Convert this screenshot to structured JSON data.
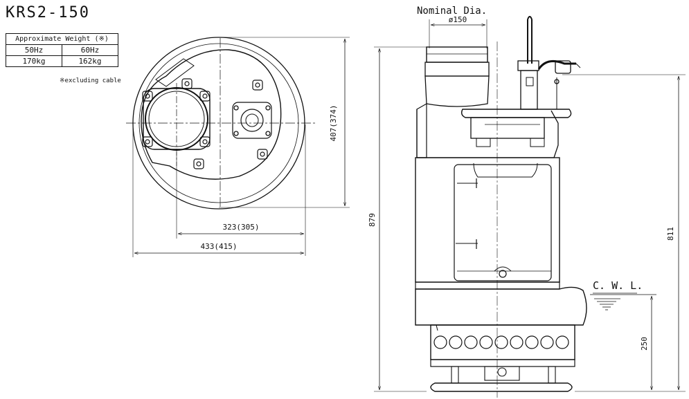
{
  "model": "KRS2-150",
  "weight_table": {
    "header": "Approximate Weight (※)",
    "freq_50": "50Hz",
    "freq_60": "60Hz",
    "weight_50": "170kg",
    "weight_60": "162kg",
    "note": "※excluding cable"
  },
  "plan_view": {
    "dim_height": "407(374)",
    "dim_inner_width": "323(305)",
    "dim_outer_width": "433(415)"
  },
  "side_view": {
    "nominal_label": "Nominal Dia.",
    "nominal_value": "ø150",
    "dim_total_height": "879",
    "dim_cwl_height": "811",
    "cwl_label": "C. W. L.",
    "dim_cwl_to_bottom": "250"
  }
}
